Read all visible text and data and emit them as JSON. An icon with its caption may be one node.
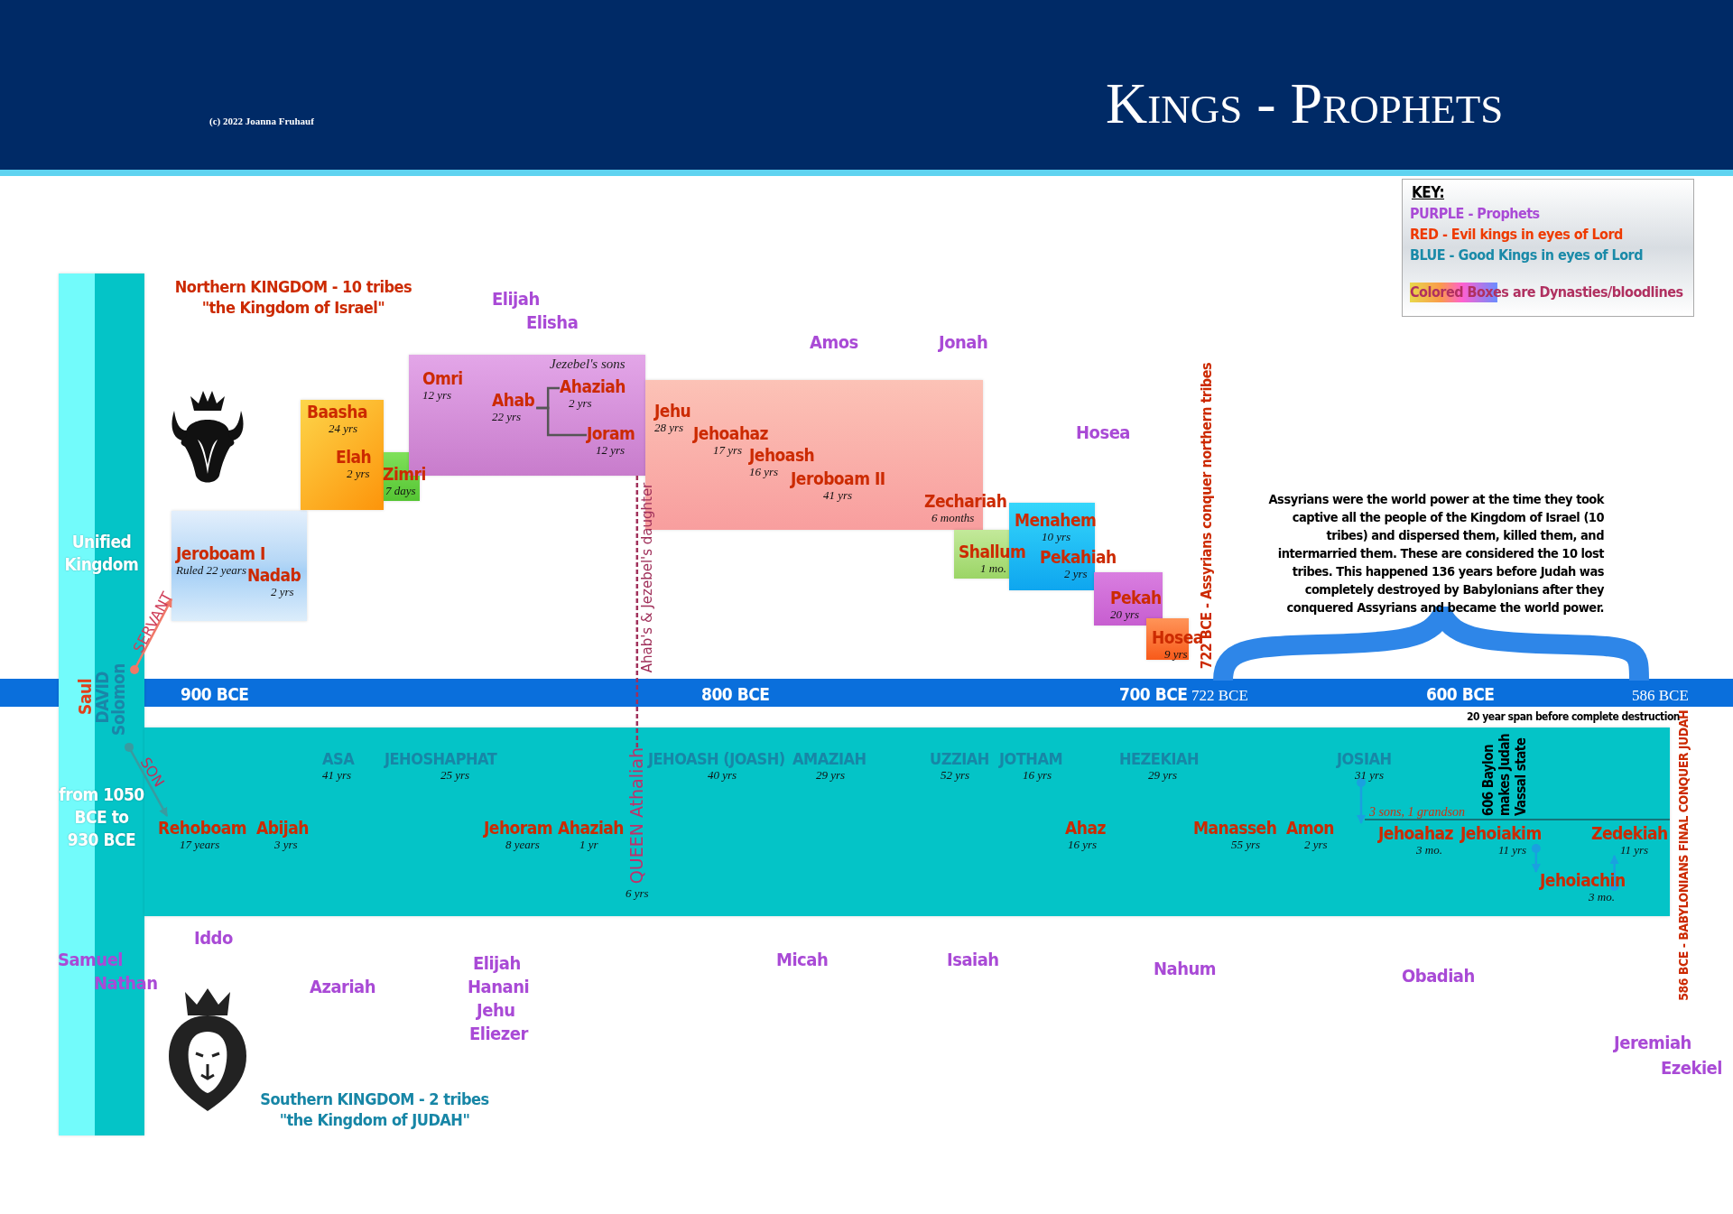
{
  "diagram": {
    "title": "Kings - Prophets",
    "nodes": [
      {
        "text": [
          "Unified Kingdom",
          "from 1050 BCE to 930 BCE"
        ]
      },
      {
        "text": [
          "Solomon"
        ],
        "in": 0
      },
      {
        "text": [],
        "shape": "box"
      },
      {
        "text": [
          "Jeroboam I",
          "Ruled 22 years"
        ],
        "in": 2
      },
      {
        "text": [
          "Nadab",
          "2 yrs"
        ],
        "in": 2
      },
      {
        "text": [],
        "shape": "box"
      },
      {
        "text": [
          "Baasha",
          "24 yrs"
        ],
        "in": 5
      },
      {
        "text": [
          "Elah",
          "2 yrs"
        ],
        "in": 5
      },
      {
        "text": [],
        "shape": "box"
      },
      {
        "text": [
          "Zimri",
          "7 days"
        ],
        "in": 8
      },
      {
        "text": [],
        "shape": "box"
      },
      {
        "text": [
          "Omri",
          "12 yrs"
        ],
        "in": 10
      },
      {
        "text": [
          "Ahab",
          "22 yrs"
        ],
        "in": 10
      },
      {
        "text": [
          "Ahaziah",
          "2 yrs"
        ],
        "in": 10
      },
      {
        "text": [
          "Joram",
          "12 yrs"
        ],
        "in": 10
      },
      {
        "text": [],
        "shape": "box"
      },
      {
        "text": [
          "Jehu",
          "28 yrs"
        ],
        "in": 15
      },
      {
        "text": [
          "Jehoahaz",
          "17 yrs"
        ],
        "in": 15
      },
      {
        "text": [
          "Jehoash",
          "16 yrs"
        ],
        "in": 15
      },
      {
        "text": [
          "Jeroboam II",
          "41 yrs"
        ],
        "in": 15
      },
      {
        "text": [
          "Zechariah",
          "6 months"
        ],
        "in": 15
      },
      {
        "text": [],
        "shape": "box"
      },
      {
        "text": [
          "Shallum",
          "1 mo."
        ],
        "in": 21
      },
      {
        "text": [],
        "shape": "box"
      },
      {
        "text": [
          "Menahem",
          "10 yrs"
        ],
        "in": 23
      },
      {
        "text": [
          "Pekahiah",
          "2 yrs"
        ],
        "in": 23
      },
      {
        "text": [],
        "shape": "box"
      },
      {
        "text": [
          "Pekah",
          "20 yrs"
        ],
        "in": 26
      },
      {
        "text": [],
        "shape": "box"
      },
      {
        "text": [
          "Hosea",
          "9 yrs"
        ],
        "in": 28
      },
      {
        "text": [],
        "shape": "box"
      },
      {
        "text": [
          "Rehoboam",
          "17 years"
        ],
        "in": 30
      },
      {
        "text": [
          "Abijah",
          "3 yrs"
        ],
        "in": 30
      },
      {
        "text": [
          "ASA",
          "41 yrs"
        ],
        "in": 30
      },
      {
        "text": [
          "JEHOSHAPHAT",
          "25 yrs"
        ],
        "in": 30
      },
      {
        "text": [
          "Jehoram",
          "8 years"
        ],
        "in": 30
      },
      {
        "text": [
          "Ahaziah",
          "1 yr"
        ],
        "in": 30
      },
      {
        "text": [
          "QUEEN Athaliah",
          "6 yrs"
        ],
        "in": 30
      },
      {
        "text": [
          "JEHOASH (JOASH)",
          "40 yrs"
        ],
        "in": 30
      },
      {
        "text": [
          "AMAZIAH",
          "29 yrs"
        ],
        "in": 30
      },
      {
        "text": [
          "UZZIAH",
          "52 yrs"
        ],
        "in": 30
      },
      {
        "text": [
          "JOTHAM",
          "16 yrs"
        ],
        "in": 30
      },
      {
        "text": [
          "Ahaz",
          "16 yrs"
        ],
        "in": 30
      },
      {
        "text": [
          "HEZEKIAH",
          "29 yrs"
        ],
        "in": 30
      },
      {
        "text": [
          "Manasseh",
          "55 yrs"
        ],
        "in": 30
      },
      {
        "text": [
          "Amon",
          "2 yrs"
        ],
        "in": 30
      },
      {
        "text": [
          "JOSIAH",
          "31 yrs"
        ],
        "in": 30
      },
      {
        "text": [
          "Jehoahaz",
          "3 mo."
        ],
        "in": 30
      },
      {
        "text": [
          "Jehoiakim",
          "11 yrs"
        ],
        "in": 30
      },
      {
        "text": [
          "Jehoiachin",
          "3 mo."
        ],
        "in": 30
      },
      {
        "text": [
          "Zedekiah",
          "11 yrs"
        ],
        "in": 30
      }
    ],
    "edges": [
      {
        "from": 1,
        "to": 2,
        "arrow": "to",
        "label": "SERVANT",
        "color": "#f07868"
      },
      {
        "from": 1,
        "to": 31,
        "arrow": "to",
        "label": "SON",
        "color": "#3a9aa0"
      },
      {
        "from": 12,
        "to": 13,
        "arrow": "none",
        "color": "#555555"
      },
      {
        "from": 12,
        "to": 14,
        "arrow": "none",
        "color": "#555555"
      },
      {
        "from": 10,
        "to": 37,
        "arrow": "none",
        "label": "Ahab's & Jezebel's daughter",
        "style": "dashed",
        "color": "#a0305a"
      },
      {
        "from": 46,
        "to": 47,
        "arrow": "to",
        "label": "3 sons, 1 grandson"
      },
      {
        "from": 48,
        "to": 49,
        "arrow": "to"
      },
      {
        "from": 49,
        "to": 50,
        "arrow": "to"
      }
    ],
    "labels": [
      "(c) 2022 Joanna Fruhauf",
      "Northern KINGDOM - 10 tribes \"the Kingdom of Israel\"",
      "Elijah",
      "Elisha",
      "Amos",
      "Jonah",
      "Hosea",
      "Jezebel's sons",
      "Saul",
      "DAVID",
      "900 BCE",
      "800 BCE",
      "700 BCE",
      "722 BCE",
      "600 BCE",
      "586 BCE",
      "722 BCE - Assyrians conquer northern tribes",
      "Assyrians were the world power at the time they took captive all the people of the Kingdom of Israel (10 tribes) and dispersed them, killed them, and intermarried them.  These are considered the 10 lost tribes. This happened 136 years before Judah was completely destroyed by Babylonians after they conquered Assyrians and became the world power.",
      "20 year span before complete destruction",
      "606 Baylon makes Judah Vassal state",
      "586 BCE - BABYLONIANS  FINAL CONQUER JUDAH",
      "Iddo",
      "Samuel",
      "Nathan",
      "Azariah",
      "Elijah",
      "Hanani",
      "Jehu",
      "Eliezer",
      "Micah",
      "Isaiah",
      "Nahum",
      "Obadiah",
      "Jeremiah",
      "Ezekiel",
      "Southern KINGDOM - 2 tribes \"the Kingdom of JUDAH\"",
      "KEY:"
    ],
    "legend": [
      {
        "text": "PURPLE - Prophets",
        "color": "#a94ad6"
      },
      {
        "text": "RED - Evil kings in eyes of Lord",
        "color": "#ee3a00"
      },
      {
        "text": "BLUE - Good Kings in eyes of Lord",
        "color": "#1a8aa8"
      },
      {
        "text": "Colored Boxes are Dynasties/bloodlines"
      }
    ]
  }
}
